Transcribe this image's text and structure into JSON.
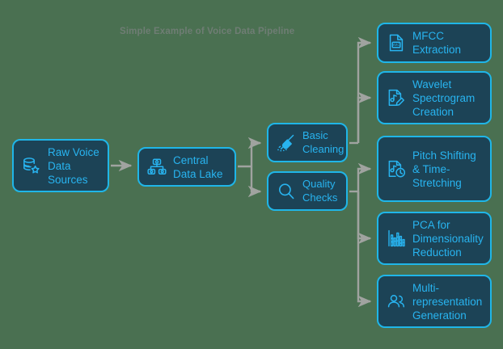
{
  "title": "Simple Example of Voice Data Pipeline",
  "colors": {
    "background": "#4a7051",
    "node_fill": "#1c4356",
    "node_border": "#1fb6e8",
    "node_text": "#28b4f0",
    "title_text": "#6f7d74",
    "edge": "#a0a3a0"
  },
  "nodes": [
    {
      "id": "raw_voice_data_sources",
      "label": "Raw Voice Data Sources",
      "icon": "database-star-icon"
    },
    {
      "id": "central_data_lake",
      "label": "Central Data Lake",
      "icon": "data-lake-server-icon"
    },
    {
      "id": "basic_cleaning",
      "label": "Basic Cleaning",
      "icon": "broom-icon"
    },
    {
      "id": "quality_checks",
      "label": "Quality Checks",
      "icon": "magnifier-icon"
    },
    {
      "id": "mfcc_extraction",
      "label": "MFCC Extraction",
      "icon": "audio-file-aac-icon",
      "icon_text": "AAC"
    },
    {
      "id": "wavelet_spectrogram_creation",
      "label": "Wavelet Spectrogram Creation",
      "icon": "music-file-edit-icon"
    },
    {
      "id": "pitch_shifting_time_stretching",
      "label": "Pitch Shifting & Time-Stretching",
      "icon": "music-file-clock-icon"
    },
    {
      "id": "pca_dimensionality_reduction",
      "label": "PCA for Dimensionality Reduction",
      "icon": "bar-chart-icon"
    },
    {
      "id": "multi_representation_generation",
      "label": "Multi-representation Generation",
      "icon": "people-group-icon"
    }
  ],
  "edges": [
    {
      "from": "raw_voice_data_sources",
      "to": "central_data_lake"
    },
    {
      "from": "central_data_lake",
      "to": "basic_cleaning"
    },
    {
      "from": "central_data_lake",
      "to": "quality_checks"
    },
    {
      "from": "basic_cleaning",
      "to": "mfcc_extraction"
    },
    {
      "from": "basic_cleaning",
      "to": "wavelet_spectrogram_creation"
    },
    {
      "from": "quality_checks",
      "to": "pitch_shifting_time_stretching"
    },
    {
      "from": "quality_checks",
      "to": "pca_dimensionality_reduction"
    },
    {
      "from": "quality_checks",
      "to": "multi_representation_generation"
    }
  ]
}
